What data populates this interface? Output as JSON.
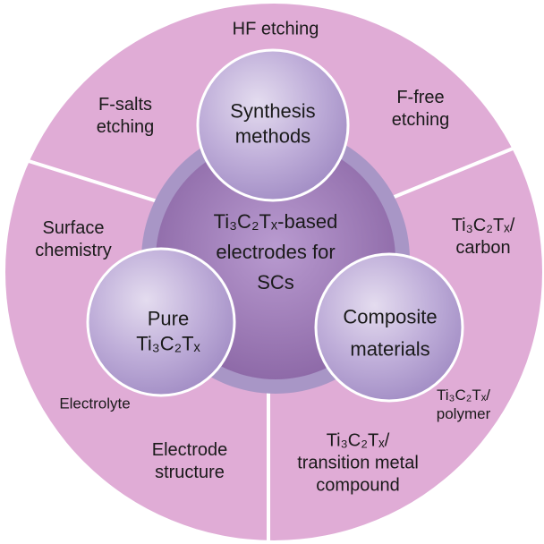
{
  "colors": {
    "outer_ring": "#e0acd6",
    "separator": "#ffffff",
    "inner_ring": "#a896c6",
    "center_disc": "#9a78b4",
    "bubble": "#b6a5d3",
    "text": "#1a1a1a"
  },
  "center": {
    "line1": "Ti₃C₂Tₓ-based",
    "line2": "electrodes for",
    "line3": "SCs"
  },
  "nodes": {
    "synthesis": {
      "line1": "Synthesis",
      "line2": "methods"
    },
    "pure": {
      "line1": "Pure",
      "line2": "Ti₃C₂Tₓ"
    },
    "composite": {
      "line1": "Composite",
      "line2": "materials"
    }
  },
  "labels": {
    "hf_etching": "HF etching",
    "f_salts_etching": {
      "line1": "F-salts",
      "line2": "etching"
    },
    "f_free_etching": {
      "line1": "F-free",
      "line2": "etching"
    },
    "surface_chemistry": {
      "line1": "Surface",
      "line2": "chemistry"
    },
    "electrolyte": "Electrolyte",
    "electrode_structure": {
      "line1": "Electrode",
      "line2": "structure"
    },
    "ti3c2tx_carbon": {
      "line1": "Ti₃C₂Tₓ/",
      "line2": "carbon"
    },
    "ti3c2tx_polymer": {
      "line1": "Ti₃C₂Tₓ/",
      "line2": "polymer"
    },
    "ti3c2tx_tmc": {
      "line1": "Ti₃C₂Tₓ/",
      "line2": "transition metal",
      "line3": "compound"
    }
  }
}
